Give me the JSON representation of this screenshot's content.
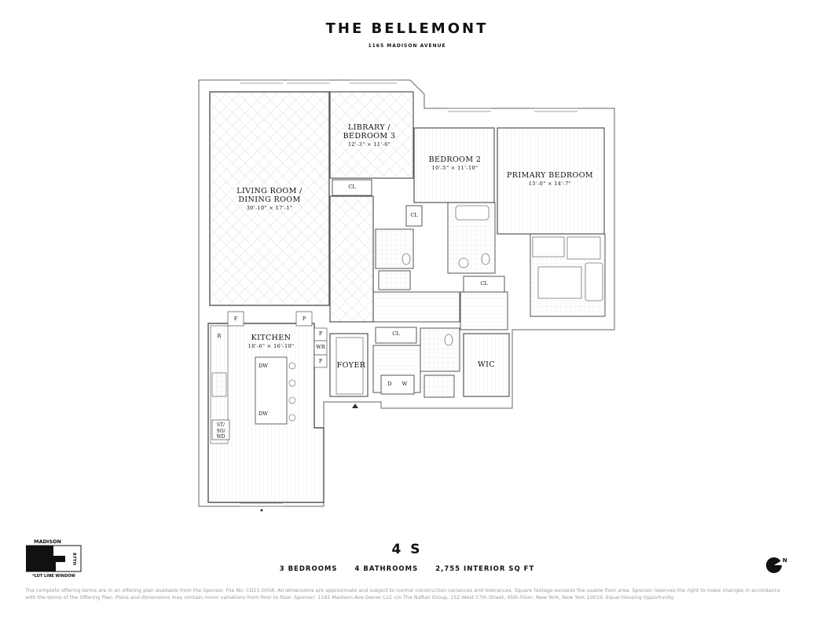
{
  "header": {
    "title": "THE BELLEMONT",
    "address": "1165 MADISON AVENUE"
  },
  "rooms": {
    "library": {
      "name_1": "LIBRARY /",
      "name_2": "BEDROOM 3",
      "dims": "12'-3\" × 11'-6\""
    },
    "living": {
      "name_1": "LIVING ROOM /",
      "name_2": "DINING ROOM",
      "dims": "30'-10\" × 17'-1\""
    },
    "bedroom2": {
      "name": "BEDROOM 2",
      "dims": "10'-5\" × 11'-10\""
    },
    "primary": {
      "name": "PRIMARY BEDROOM",
      "dims": "15'-0\" × 14'-7\""
    },
    "kitchen": {
      "name": "KITCHEN",
      "dims": "18'-6\" × 16'-10\""
    },
    "foyer": {
      "name": "FOYER"
    },
    "wic": {
      "name": "WIC"
    }
  },
  "fixtures": {
    "cl": "CL",
    "f": "F",
    "p": "P",
    "r": "R",
    "wr": "WR",
    "dw": "DW",
    "d": "D",
    "w": "W",
    "st_1": "ST/",
    "st_2": "SO/",
    "st_3": "WD"
  },
  "keyplan": {
    "street_top": "MADISON",
    "street_side": "87TH",
    "note": "*LOT LINE WINDOW"
  },
  "unit": {
    "name": "4 S",
    "bedrooms": "3 BEDROOMS",
    "bathrooms": "4 BATHROOMS",
    "area": "2,755 INTERIOR SQ FT"
  },
  "compass": {
    "label": "N"
  },
  "disclaimer": "The complete offering terms are in an offering plan available from the Sponsor. File No. CD21-0058. All dimensions are approximate and subject to normal construction variances and tolerances. Square footage exceeds the usable floor area. Sponsor reserves the right to make changes in accordance with the terms of the Offering Plan. Plans and dimensions may contain minor variations from floor to floor. Sponsor: 1165 Madison Ave Owner LLC c/o The Naftali Group, 152 West 57th Street, 45th Floor, New York, New York 10019. Equal Housing Opportunity.",
  "colors": {
    "wall": "#555555",
    "floor_line": "#d8d8d8",
    "pattern": "#e4e4e4"
  }
}
